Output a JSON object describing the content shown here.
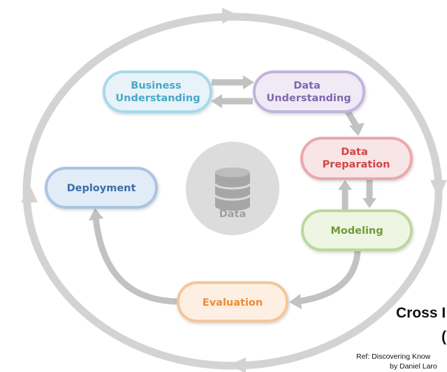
{
  "diagram": {
    "stages": {
      "business_understanding": {
        "lines": [
          "Business",
          "Understanding"
        ],
        "color": "#4aa8c9",
        "fill": "#e7f3f9",
        "border": "#a7d9ea"
      },
      "data_understanding": {
        "lines": [
          "Data",
          "Understanding"
        ],
        "color": "#8068ad",
        "fill": "#efeaf6",
        "border": "#c2b3dd"
      },
      "data_preparation": {
        "lines": [
          "Data",
          "Preparation"
        ],
        "color": "#d0454a",
        "fill": "#f8e5e6",
        "border": "#eba8ab"
      },
      "modeling": {
        "lines": [
          "Modeling"
        ],
        "color": "#6f9a36",
        "fill": "#eef5e3",
        "border": "#bcd89a"
      },
      "evaluation": {
        "lines": [
          "Evaluation"
        ],
        "color": "#ee8a33",
        "fill": "#fdf0e2",
        "border": "#f5c699"
      },
      "deployment": {
        "lines": [
          "Deployment"
        ],
        "color": "#3d6ea6",
        "fill": "#e2ecf7",
        "border": "#a9c4e3"
      }
    },
    "center": {
      "label": "Data",
      "color": "#a0a0a0"
    },
    "arrow_color": "#c2c2c2"
  },
  "title": {
    "line1": "Cross I",
    "line2": "("
  },
  "reference": {
    "line1": "Ref: Discovering Know",
    "line2": "by Daniel Laro"
  }
}
